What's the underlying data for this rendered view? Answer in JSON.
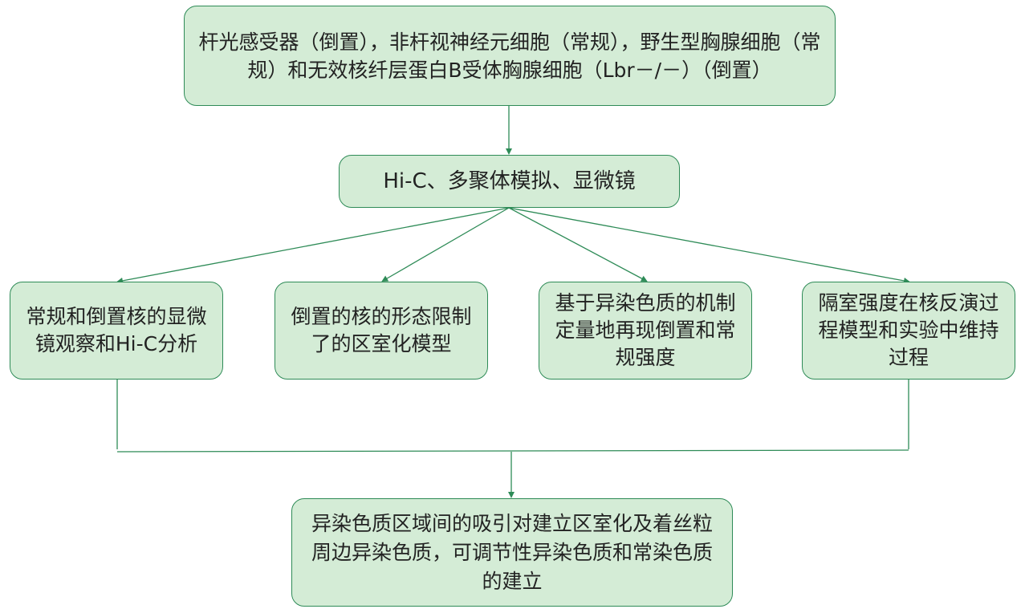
{
  "nodes": {
    "top": "杆光感受器（倒置），非杆视神经元细胞（常规），野生型胸腺细胞（常规）和无效核纤层蛋白B受体胸腺细胞（Lbr－/－）（倒置）",
    "method": "Hi-C、多聚体模拟、显微镜",
    "mid1": "常规和倒置核的显微镜观察和Hi-C分析",
    "mid2": "倒置的核的形态限制了的区室化模型",
    "mid3": "基于异染色质的机制定量地再现倒置和常规强度",
    "mid4": "隔室强度在核反演过程模型和实验中维持过程",
    "bottom": "异染色质区域间的吸引对建立区室化及着丝粒周边异染色质，可调节性异染色质和常染色质的建立"
  },
  "colors": {
    "box_fill": "#d4ecd6",
    "box_border": "#2e8b57",
    "line": "#2e8b57"
  }
}
